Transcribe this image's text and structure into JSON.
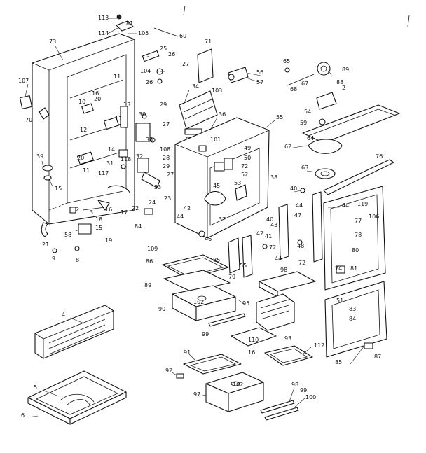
{
  "labels": [
    {
      "t": "113"
    },
    {
      "t": "81"
    },
    {
      "t": "114"
    },
    {
      "t": "105"
    },
    {
      "t": "60"
    },
    {
      "t": "73"
    },
    {
      "t": "71"
    },
    {
      "t": "107"
    },
    {
      "t": "70"
    },
    {
      "t": "116"
    },
    {
      "t": "10"
    },
    {
      "t": "11"
    },
    {
      "t": "20"
    },
    {
      "t": "13"
    },
    {
      "t": "12"
    },
    {
      "t": "11"
    },
    {
      "t": "39"
    },
    {
      "t": "15"
    },
    {
      "t": "14"
    },
    {
      "t": "20"
    },
    {
      "t": "31"
    },
    {
      "t": "11"
    },
    {
      "t": "117"
    },
    {
      "t": "118"
    },
    {
      "t": "25"
    },
    {
      "t": "26"
    },
    {
      "t": "104"
    },
    {
      "t": "26"
    },
    {
      "t": "27"
    },
    {
      "t": "34"
    },
    {
      "t": "103"
    },
    {
      "t": "30"
    },
    {
      "t": "29"
    },
    {
      "t": "36"
    },
    {
      "t": "27"
    },
    {
      "t": "35"
    },
    {
      "t": "108"
    },
    {
      "t": "28"
    },
    {
      "t": "32"
    },
    {
      "t": "29"
    },
    {
      "t": "27"
    },
    {
      "t": "33"
    },
    {
      "t": "23"
    },
    {
      "t": "22"
    },
    {
      "t": "24"
    },
    {
      "t": "17"
    },
    {
      "t": "16"
    },
    {
      "t": "3"
    },
    {
      "t": "18"
    },
    {
      "t": "2"
    },
    {
      "t": "21"
    },
    {
      "t": "58"
    },
    {
      "t": "19"
    },
    {
      "t": "9"
    },
    {
      "t": "8"
    },
    {
      "t": "15"
    },
    {
      "t": "56"
    },
    {
      "t": "57"
    },
    {
      "t": "55"
    },
    {
      "t": "101"
    },
    {
      "t": "49"
    },
    {
      "t": "50"
    },
    {
      "t": "72"
    },
    {
      "t": "52"
    },
    {
      "t": "45"
    },
    {
      "t": "53"
    },
    {
      "t": "42"
    },
    {
      "t": "44"
    },
    {
      "t": "37"
    },
    {
      "t": "46"
    },
    {
      "t": "38"
    },
    {
      "t": "65"
    },
    {
      "t": "89"
    },
    {
      "t": "88"
    },
    {
      "t": "67"
    },
    {
      "t": "2"
    },
    {
      "t": "68"
    },
    {
      "t": "54"
    },
    {
      "t": "59"
    },
    {
      "t": "64"
    },
    {
      "t": "62"
    },
    {
      "t": "63"
    },
    {
      "t": "76"
    },
    {
      "t": "40"
    },
    {
      "t": "44"
    },
    {
      "t": "44"
    },
    {
      "t": "119"
    },
    {
      "t": "47"
    },
    {
      "t": "43"
    },
    {
      "t": "40"
    },
    {
      "t": "42"
    },
    {
      "t": "41"
    },
    {
      "t": "72"
    },
    {
      "t": "48"
    },
    {
      "t": "72"
    },
    {
      "t": "44"
    },
    {
      "t": "77"
    },
    {
      "t": "106"
    },
    {
      "t": "78"
    },
    {
      "t": "80"
    },
    {
      "t": "74"
    },
    {
      "t": "81"
    },
    {
      "t": "51"
    },
    {
      "t": "83"
    },
    {
      "t": "84"
    },
    {
      "t": "87"
    },
    {
      "t": "85"
    },
    {
      "t": "84"
    },
    {
      "t": "109"
    },
    {
      "t": "85"
    },
    {
      "t": "55"
    },
    {
      "t": "79"
    },
    {
      "t": "98"
    },
    {
      "t": "86"
    },
    {
      "t": "89"
    },
    {
      "t": "102"
    },
    {
      "t": "90"
    },
    {
      "t": "95"
    },
    {
      "t": "99"
    },
    {
      "t": "93"
    },
    {
      "t": "110"
    },
    {
      "t": "16"
    },
    {
      "t": "112"
    },
    {
      "t": "4"
    },
    {
      "t": "91"
    },
    {
      "t": "92"
    },
    {
      "t": "102"
    },
    {
      "t": "97"
    },
    {
      "t": "98"
    },
    {
      "t": "99"
    },
    {
      "t": "100"
    },
    {
      "t": "5"
    },
    {
      "t": "6"
    }
  ]
}
